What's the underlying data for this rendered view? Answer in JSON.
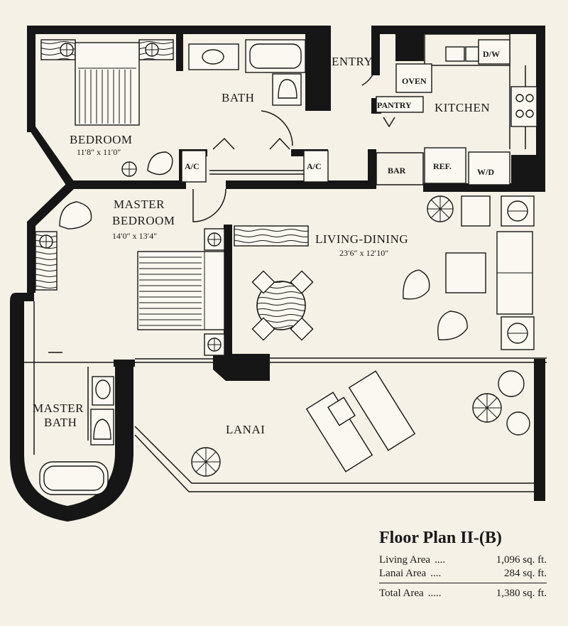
{
  "rooms": {
    "entry": "ENTRY",
    "bath": "BATH",
    "bedroom": "BEDROOM",
    "bedroom_dim": "11′8″ x 11′0″",
    "kitchen": "KITCHEN",
    "oven": "OVEN",
    "pantry": "PANTRY",
    "dw": "D/W",
    "bar": "BAR",
    "ref": "REF.",
    "wd": "W/D",
    "ac_left": "A/C",
    "ac_right": "A/C",
    "master_bedroom_line1": "MASTER",
    "master_bedroom_line2": "BEDROOM",
    "master_bedroom_dim": "14′0″ x 13′4″",
    "living_dining": "LIVING-DINING",
    "living_dining_dim": "23′6″ x 12′10″",
    "master_bath_line1": "MASTER",
    "master_bath_line2": "BATH",
    "lanai": "LANAI"
  },
  "legend": {
    "title": "Floor Plan II-(B)",
    "rows": [
      {
        "label": "Living Area",
        "dots": "....",
        "value": "1,096 sq. ft."
      },
      {
        "label": "Lanai Area",
        "dots": "....",
        "value": "284 sq. ft."
      },
      {
        "label": "Total Area",
        "dots": ".....",
        "value": "1,380 sq. ft."
      }
    ]
  }
}
